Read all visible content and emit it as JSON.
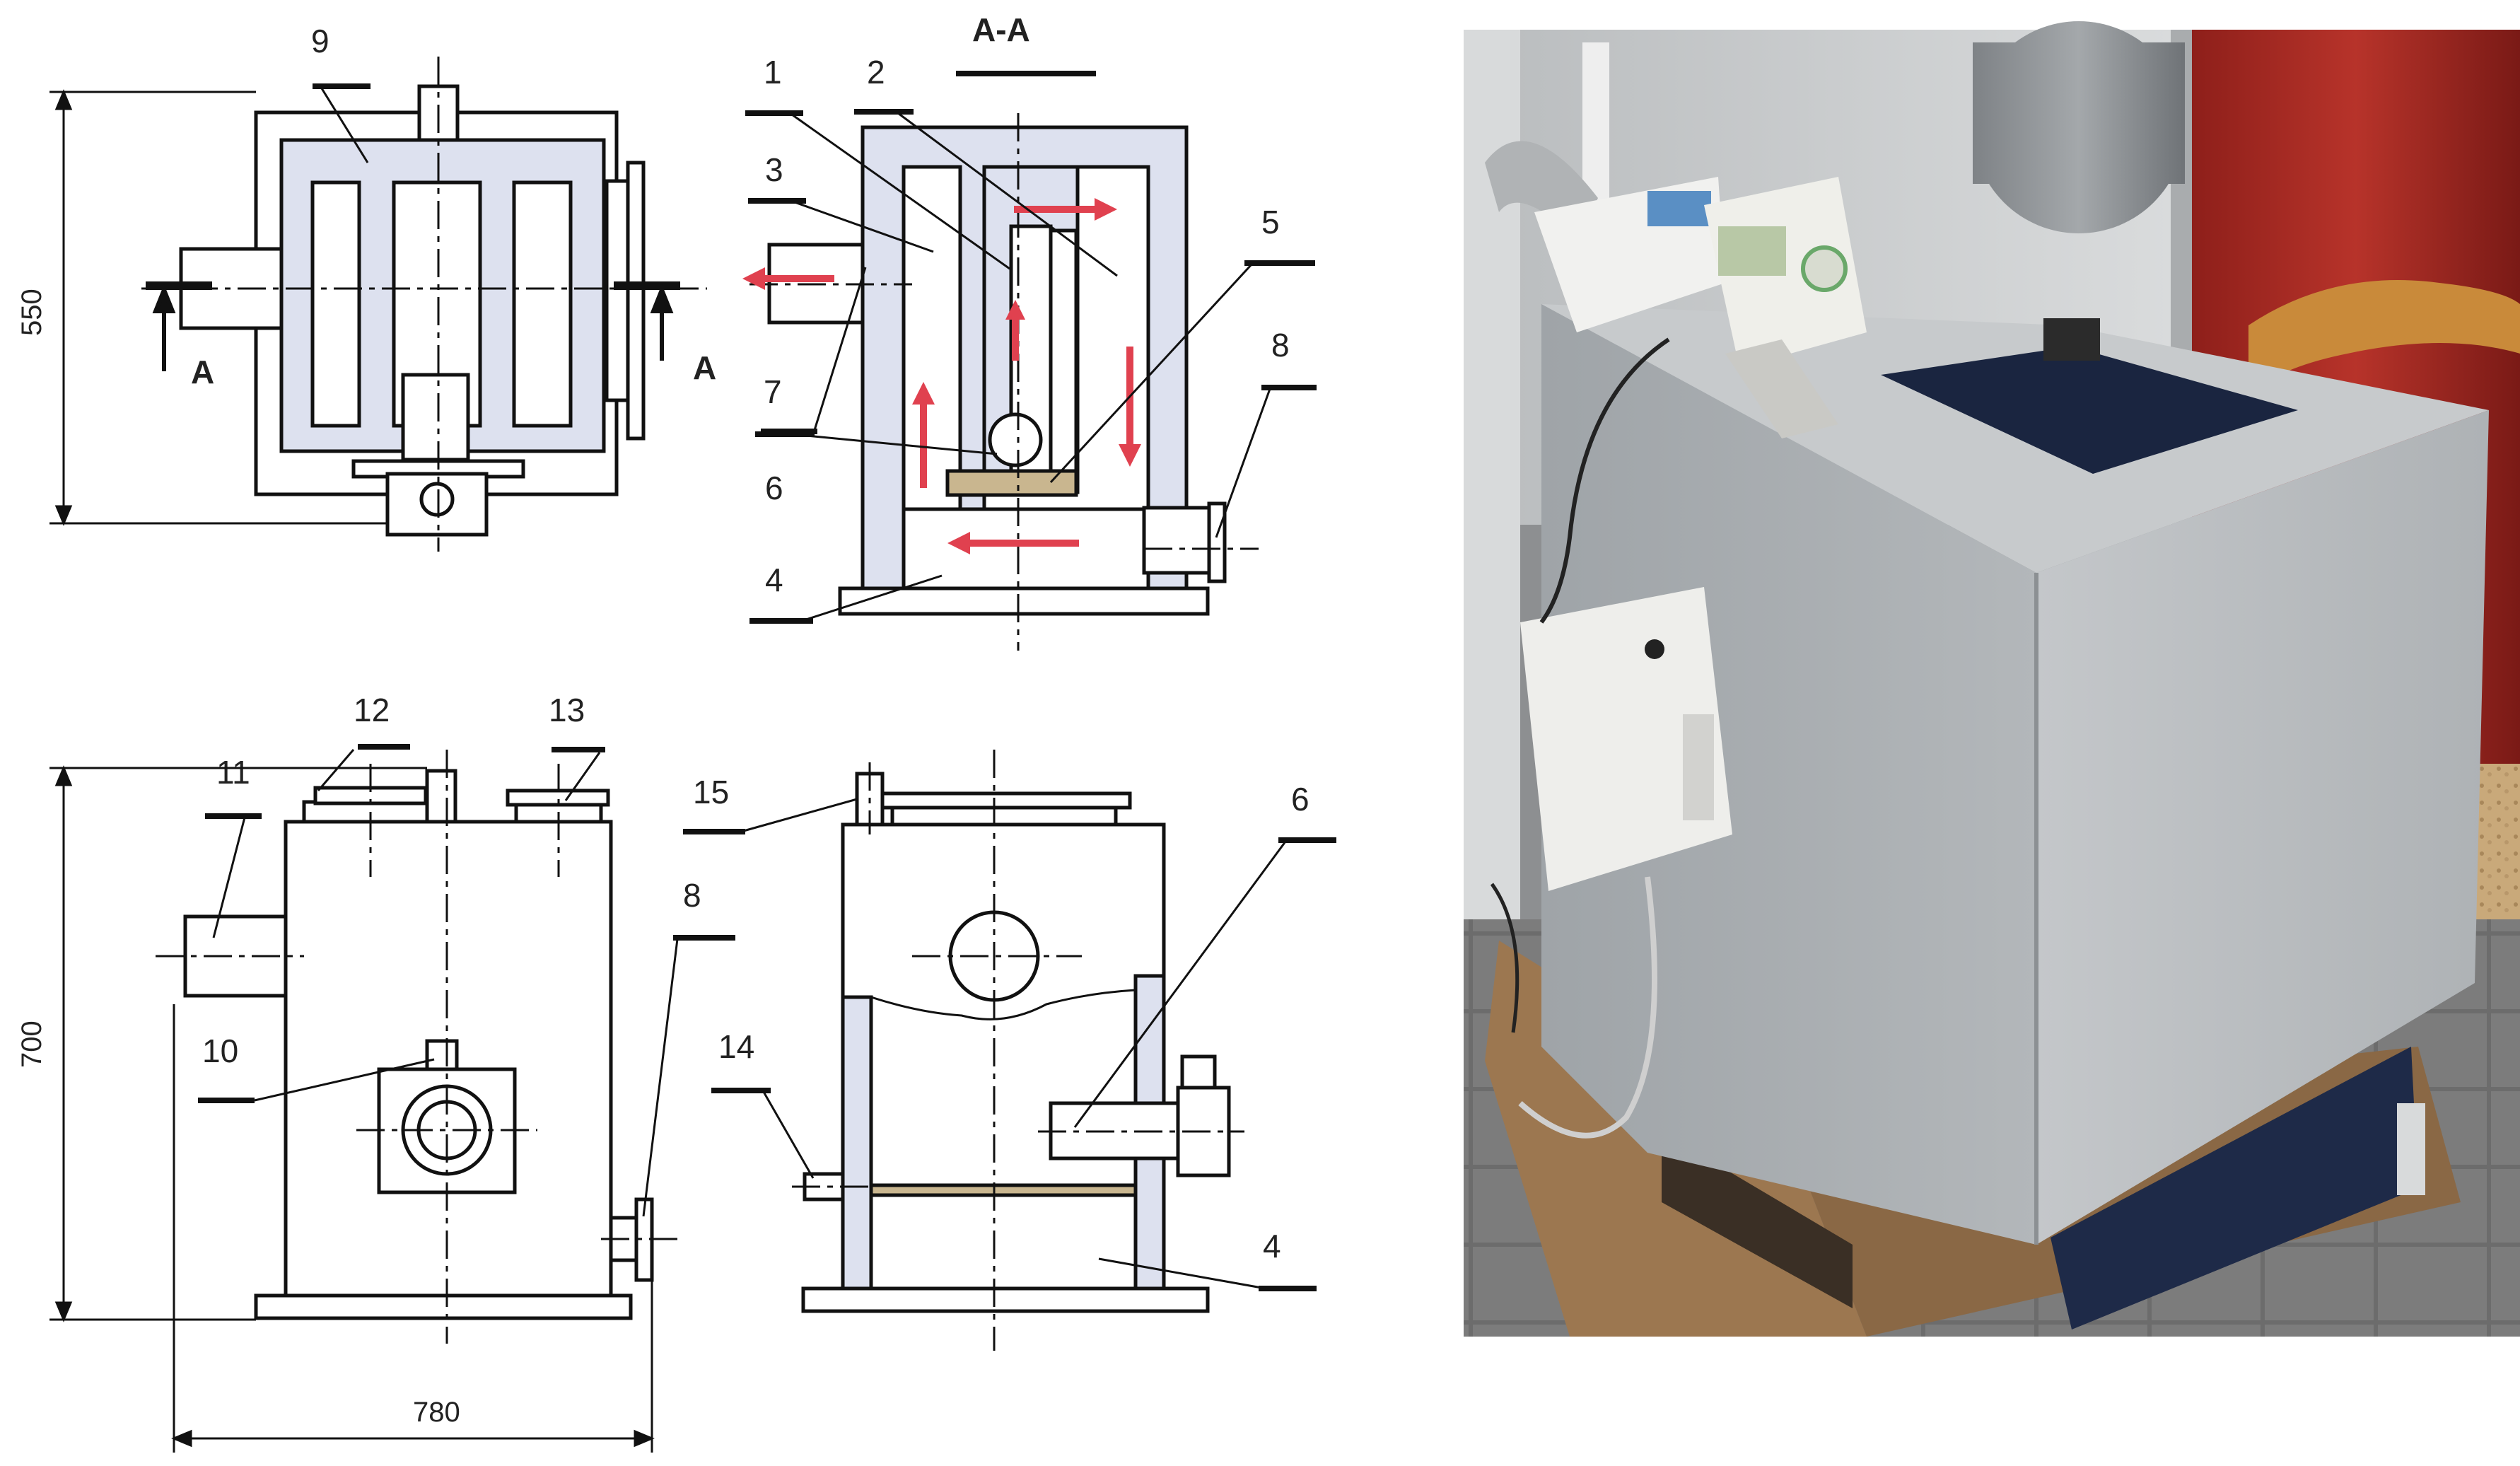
{
  "section": {
    "title": "A-A",
    "marker": "A"
  },
  "callouts": {
    "c1": "1",
    "c2": "2",
    "c3": "3",
    "c4": "4",
    "c5": "5",
    "c6": "6",
    "c7": "7",
    "c8": "8",
    "c9": "9",
    "c10": "10",
    "c11": "11",
    "c12": "12",
    "c13": "13",
    "c14": "14",
    "c15": "15"
  },
  "dimensions": {
    "width_top": "550",
    "height_front": "700",
    "width_front": "780"
  },
  "colors": {
    "jacket": "#dde1ef",
    "flow_arrow": "#e0414f",
    "line": "#111111",
    "grate": "#c9b68f"
  },
  "photo": {
    "subject": "boiler-photo"
  }
}
